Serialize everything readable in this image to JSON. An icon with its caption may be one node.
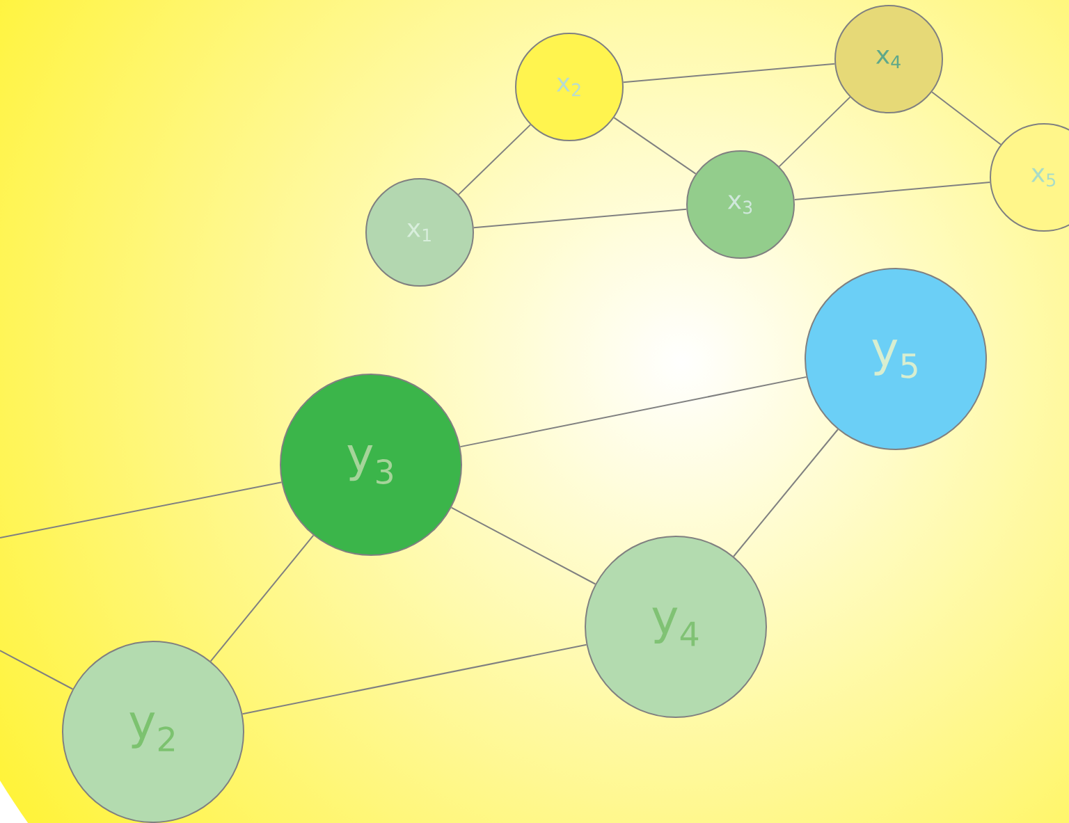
{
  "diagram": {
    "nodes": [
      {
        "text": [
          "x$_{1}$"
        ]
      },
      {
        "text": [
          "x$_{2}$"
        ]
      },
      {
        "text": [
          "x$_{3}$"
        ]
      },
      {
        "text": [
          "x$_{4}$"
        ]
      },
      {
        "text": [
          "x$_{5}$"
        ]
      },
      {
        "text": [
          "y$_{2}$"
        ]
      },
      {
        "text": [
          "y$_{3}$"
        ]
      },
      {
        "text": [
          "y$_{4}$"
        ]
      },
      {
        "text": [
          "y$_{5}$"
        ]
      }
    ],
    "edges": [
      {
        "from": 1,
        "to": 0,
        "arrow": "none"
      },
      {
        "from": 1,
        "to": 3,
        "arrow": "none"
      },
      {
        "from": 1,
        "to": 2,
        "arrow": "none"
      },
      {
        "from": 0,
        "to": 2,
        "arrow": "none"
      },
      {
        "from": 2,
        "to": 3,
        "arrow": "none"
      },
      {
        "from": 2,
        "to": 4,
        "arrow": "none"
      },
      {
        "from": 3,
        "to": 4,
        "arrow": "none"
      },
      {
        "from": 6,
        "to": 8,
        "arrow": "none"
      },
      {
        "from": 6,
        "to": 7,
        "arrow": "none"
      },
      {
        "from": 6,
        "to": 5,
        "arrow": "none"
      },
      {
        "from": 5,
        "to": 7,
        "arrow": "none"
      },
      {
        "from": 7,
        "to": 8,
        "arrow": "none"
      },
      {
        "from": null,
        "to": 6,
        "arrow": "none"
      },
      {
        "from": null,
        "to": 5,
        "arrow": "none"
      }
    ]
  }
}
